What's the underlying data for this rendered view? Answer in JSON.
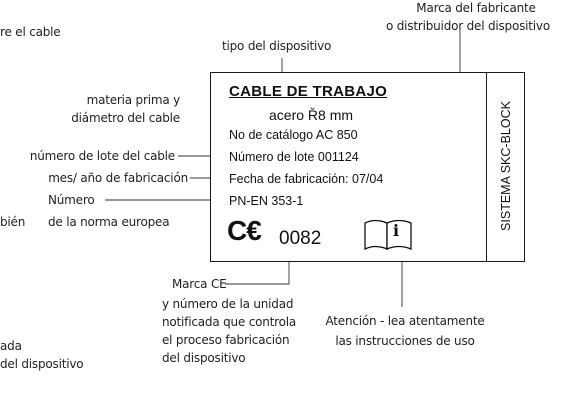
{
  "annotations": {
    "cut_top_left": "re el cable",
    "manufacturer_line1": "Marca del fabricante",
    "manufacturer_line2": "o distribuidor del dispositivo",
    "device_type": "tipo del dispositivo",
    "material_line1": "materia prima y",
    "material_line2": "diámetro del cable",
    "lot_number": "número de lote del cable",
    "manufacture_date": "mes/ año de fabricación",
    "norm_line1": "Número",
    "norm_line2": "de la norma europea",
    "cut_left_mid": "bién",
    "ce_line1": "Marca CE",
    "ce_line2": "y número de la unidad",
    "ce_line3": "notificada que controla",
    "ce_line4": "el proceso fabricación",
    "ce_line5": "del dispositivo",
    "attention_line1": "Atención - lea atentamente",
    "attention_line2": "las instrucciones de uso",
    "cut_bottom_left1": "ada",
    "cut_bottom_left2": "del dispositivo"
  },
  "label": {
    "title": "CABLE DE TRABAJO",
    "material": "acero Ř8 mm",
    "catalog": "No de catálogo AC 850",
    "lot": "Número de lote 001124",
    "date": "Fecha de fabricación: 07/04",
    "norm": "PN-EN 353-1",
    "ce_mark": "C€",
    "ce_number": "0082",
    "info_symbol": "i",
    "brand_vertical": "SISTEMA SKC-BLOCK"
  },
  "icons": {
    "ce": "ce-mark-icon",
    "book": "instruction-book-icon"
  }
}
